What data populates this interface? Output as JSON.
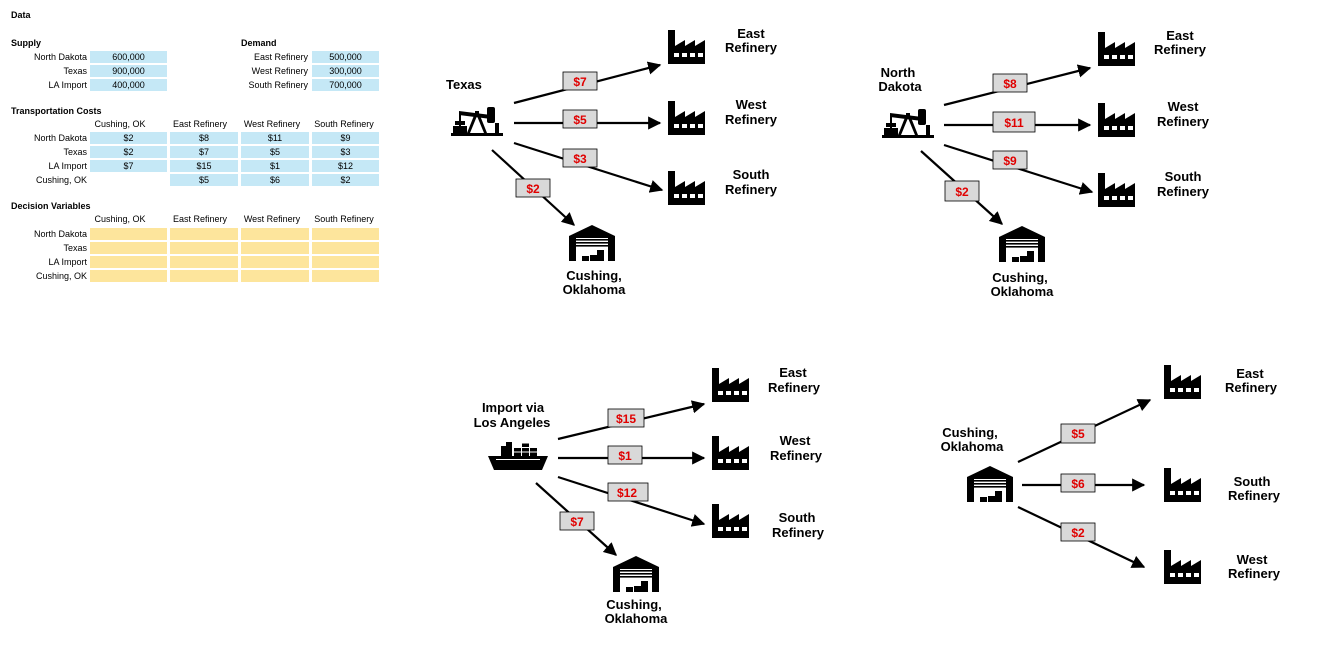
{
  "sheet": {
    "title": "Data",
    "supply": {
      "heading": "Supply",
      "rows": [
        {
          "label": "North Dakota",
          "value": "600,000"
        },
        {
          "label": "Texas",
          "value": "900,000"
        },
        {
          "label": "LA Import",
          "value": "400,000"
        }
      ]
    },
    "demand": {
      "heading": "Demand",
      "rows": [
        {
          "label": "East Refinery",
          "value": "500,000"
        },
        {
          "label": "West Refinery",
          "value": "300,000"
        },
        {
          "label": "South Refinery",
          "value": "700,000"
        }
      ]
    },
    "transport": {
      "heading": "Transportation Costs",
      "columns": [
        "Cushing, OK",
        "East Refinery",
        "West Refinery",
        "South Refinery"
      ],
      "rows": [
        {
          "label": "North Dakota",
          "cells": [
            "$2",
            "$8",
            "$11",
            "$9"
          ]
        },
        {
          "label": "Texas",
          "cells": [
            "$2",
            "$7",
            "$5",
            "$3"
          ]
        },
        {
          "label": "LA Import",
          "cells": [
            "$7",
            "$15",
            "$1",
            "$12"
          ]
        },
        {
          "label": "Cushing, OK",
          "cells": [
            "",
            "$5",
            "$6",
            "$2"
          ]
        }
      ]
    },
    "decision": {
      "heading": "Decision Variables",
      "columns": [
        "Cushing, OK",
        "East Refinery",
        "West Refinery",
        "South Refinery"
      ],
      "rows": [
        "North Dakota",
        "Texas",
        "LA Import",
        "Cushing, OK"
      ]
    }
  },
  "colors": {
    "input_cell": "#c5e8f6",
    "decision_cell": "#fde59c",
    "cost_text": "#e00000",
    "cost_box": "#d9d9d9"
  },
  "diagrams": {
    "texas": {
      "source": [
        "Texas"
      ],
      "icon": "oil-pump-icon",
      "nodes": [
        {
          "name": [
            "East",
            "Refinery"
          ],
          "icon": "factory-icon"
        },
        {
          "name": [
            "West",
            "Refinery"
          ],
          "icon": "factory-icon"
        },
        {
          "name": [
            "South",
            "Refinery"
          ],
          "icon": "factory-icon"
        },
        {
          "name": [
            "Cushing,",
            "Oklahoma"
          ],
          "icon": "warehouse-icon"
        }
      ],
      "costs": [
        "$7",
        "$5",
        "$3",
        "$2"
      ]
    },
    "north_dakota": {
      "source": [
        "North",
        "Dakota"
      ],
      "icon": "oil-pump-icon",
      "nodes": [
        {
          "name": [
            "East",
            "Refinery"
          ],
          "icon": "factory-icon"
        },
        {
          "name": [
            "West",
            "Refinery"
          ],
          "icon": "factory-icon"
        },
        {
          "name": [
            "South",
            "Refinery"
          ],
          "icon": "factory-icon"
        },
        {
          "name": [
            "Cushing,",
            "Oklahoma"
          ],
          "icon": "warehouse-icon"
        }
      ],
      "costs": [
        "$8",
        "$11",
        "$9",
        "$2"
      ]
    },
    "la_import": {
      "source": [
        "Import via",
        "Los Angeles"
      ],
      "icon": "cargo-ship-icon",
      "nodes": [
        {
          "name": [
            "East",
            "Refinery"
          ],
          "icon": "factory-icon"
        },
        {
          "name": [
            "West",
            "Refinery"
          ],
          "icon": "factory-icon"
        },
        {
          "name": [
            "South",
            "Refinery"
          ],
          "icon": "factory-icon"
        },
        {
          "name": [
            "Cushing,",
            "Oklahoma"
          ],
          "icon": "warehouse-icon"
        }
      ],
      "costs": [
        "$15",
        "$1",
        "$12",
        "$7"
      ]
    },
    "cushing": {
      "source": [
        "Cushing,",
        "Oklahoma"
      ],
      "icon": "warehouse-icon",
      "nodes": [
        {
          "name": [
            "East",
            "Refinery"
          ],
          "icon": "factory-icon"
        },
        {
          "name": [
            "South",
            "Refinery"
          ],
          "icon": "factory-icon"
        },
        {
          "name": [
            "West",
            "Refinery"
          ],
          "icon": "factory-icon"
        }
      ],
      "costs": [
        "$5",
        "$6",
        "$2"
      ]
    }
  }
}
